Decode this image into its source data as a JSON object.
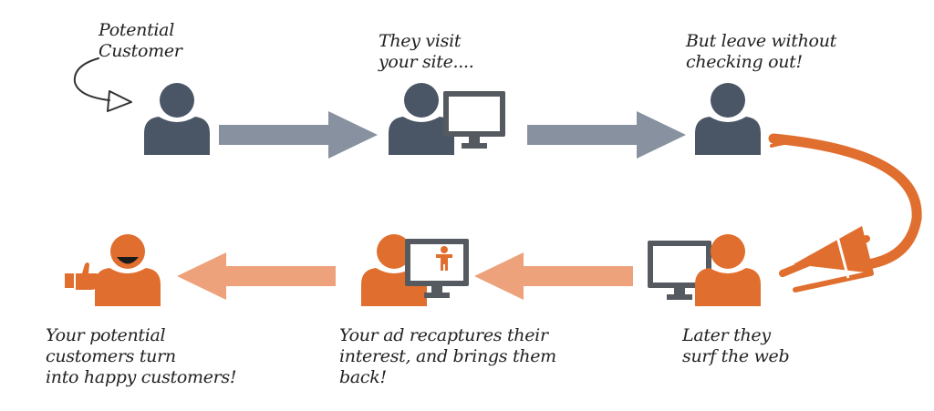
{
  "labels": {
    "potential_customer": "Potential\nCustomer",
    "they_visit": "They visit\nyour site....",
    "leave": "But leave without\nchecking out!",
    "later": "Later they\nsurf the web",
    "ad": "Your ad recaptures their\ninterest, and brings them\nback!",
    "happy": "Your potential\ncustomers turn\ninto happy customers!"
  },
  "colors": {
    "slate": "#4a5566",
    "gray_arrow": "#8791a0",
    "orange": "#e06e2e",
    "orange_light": "#eda27b",
    "monitor": "#555a60"
  }
}
